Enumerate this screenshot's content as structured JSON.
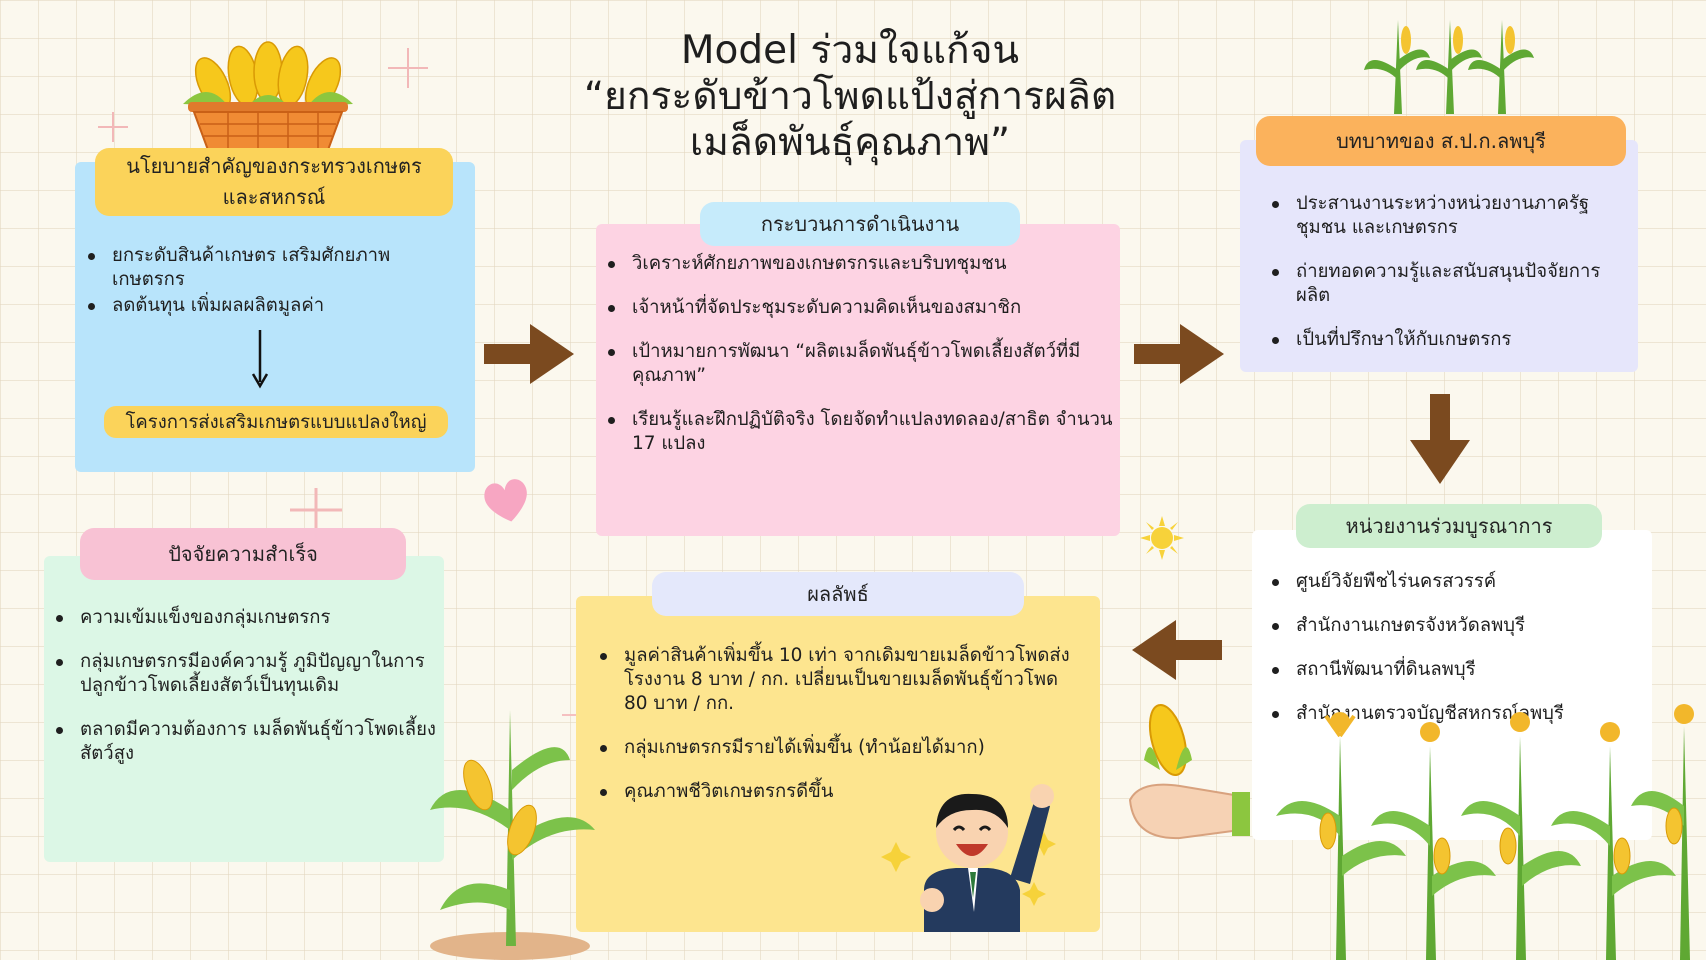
{
  "title": [
    "Model ร่วมใจแก้จน",
    "“ยกระดับข้าวโพดแป้งสู่การผลิต",
    "เมล็ดพันธุ์คุณภาพ”"
  ],
  "policy": {
    "label": [
      "นโยบายสำคัญของกระทรวงเกษตร",
      "และสหกรณ์"
    ],
    "items": [
      "ยกระดับสินค้าเกษตร เสริมศักยภาพเกษตรกร",
      "ลดต้นทุน เพิ่มผลผลิตมูลค่า"
    ],
    "project": "โครงการส่งเสริมเกษตรแบบแปลงใหญ่"
  },
  "process": {
    "label": "กระบวนการดำเนินงาน",
    "items": [
      "วิเคราะห์ศักยภาพของเกษตรกรและบริบทชุมชน",
      "เจ้าหน้าที่จัดประชุมระดับความคิดเห็นของสมาชิก",
      "เป้าหมายการพัฒนา “ผลิตเมล็ดพันธุ์ข้าวโพดเลี้ยงสัตว์ที่มีคุณภาพ”",
      "เรียนรู้และฝึกปฏิบัติจริง โดยจัดทำแปลงทดลอง/สาธิต จำนวน 17 แปลง"
    ]
  },
  "role": {
    "label": "บทบาทของ ส.ป.ก.ลพบุรี",
    "items": [
      "ประสานงานระหว่างหน่วยงานภาครัฐ ชุมชน และเกษตรกร",
      "ถ่ายทอดความรู้และสนับสนุนปัจจัยการผลิต",
      "เป็นที่ปรึกษาให้กับเกษตรกร"
    ]
  },
  "partners": {
    "label": "หน่วยงานร่วมบูรณาการ",
    "items": [
      "ศูนย์วิจัยพืชไร่นครสวรรค์",
      "สำนักงานเกษตรจังหวัดลพบุรี",
      "สถานีพัฒนาที่ดินลพบุรี",
      "สำนักงานตรวจบัญชีสหกรณ์ลพบุรี"
    ]
  },
  "results": {
    "label": "ผลลัพธ์",
    "items": [
      "มูลค่าสินค้าเพิ่มขึ้น 10 เท่า จากเดิมขายเมล็ดข้าวโพดส่งโรงงาน 8 บาท / กก. เปลี่ยนเป็นขายเมล็ดพันธุ์ข้าวโพด 80 บาท / กก.",
      "กลุ่มเกษตรกรมีรายได้เพิ่มขึ้น (ทำน้อยได้มาก)",
      "คุณภาพชีวิตเกษตรกรดีขึ้น"
    ]
  },
  "success": {
    "label": "ปัจจัยความสำเร็จ",
    "items": [
      "ความเข้มแข็งของกลุ่มเกษตรกร",
      "กลุ่มเกษตรกรมีองค์ความรู้ ภูมิปัญญาในการปลูกข้าวโพดเลี้ยงสัตว์เป็นทุนเดิม",
      "ตลาดมีความต้องการ เมล็ดพันธุ์ข้าวโพดเลี้ยงสัตว์สูง"
    ]
  },
  "colors": {
    "policy_box": "#b8e4fb",
    "process_box": "#fdd3e3",
    "role_box": "#e6e6fb",
    "partners_box": "#ffffff",
    "results_box": "#fde58f",
    "success_box": "#dcf7e6",
    "arrow": "#7b4a1f"
  },
  "icons": [
    "corn-basket-icon",
    "corn-plants-icon",
    "heart-icon",
    "sun-icon",
    "sparkle-icon",
    "corn-hand-icon",
    "happy-man-icon",
    "corn-plant-icon"
  ]
}
